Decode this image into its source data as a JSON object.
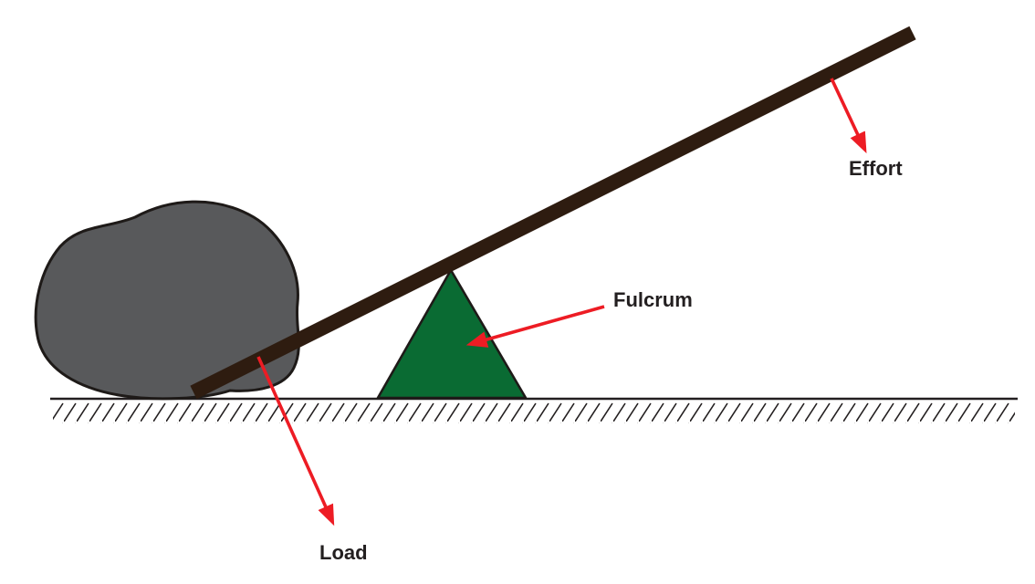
{
  "diagram": {
    "kind": "lever-mechanics-diagram",
    "labels": {
      "effort": "Effort",
      "fulcrum": "Fulcrum",
      "load": "Load"
    },
    "colors": {
      "background": "#ffffff",
      "rock": "#58595b",
      "rock_outline": "#1e1a18",
      "lever": "#2e1c10",
      "fulcrum": "#0a6b33",
      "fulcrum_outline": "#1e1a18",
      "arrow": "#ed1c24",
      "ground": "#231f20",
      "text": "#231f20"
    }
  }
}
